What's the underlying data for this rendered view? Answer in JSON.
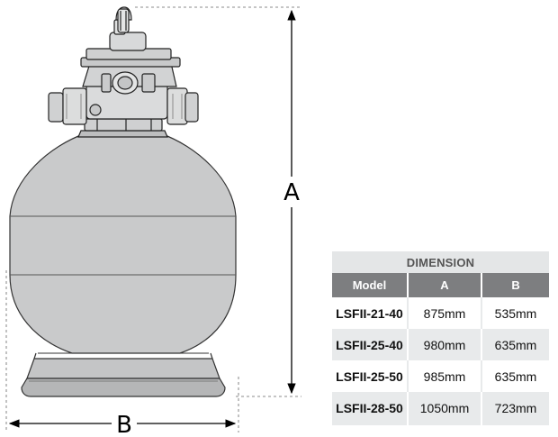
{
  "diagram": {
    "height_label": "A",
    "width_label": "B"
  },
  "table": {
    "title": "DIMENSION",
    "headers": [
      "Model",
      "A",
      "B"
    ],
    "rows": [
      {
        "model": "LSFII-21-40",
        "a": "875mm",
        "b": "535mm"
      },
      {
        "model": "LSFII-25-40",
        "a": "980mm",
        "b": "635mm"
      },
      {
        "model": "LSFII-25-50",
        "a": "985mm",
        "b": "635mm"
      },
      {
        "model": "LSFII-28-50",
        "a": "1050mm",
        "b": "723mm"
      }
    ]
  }
}
